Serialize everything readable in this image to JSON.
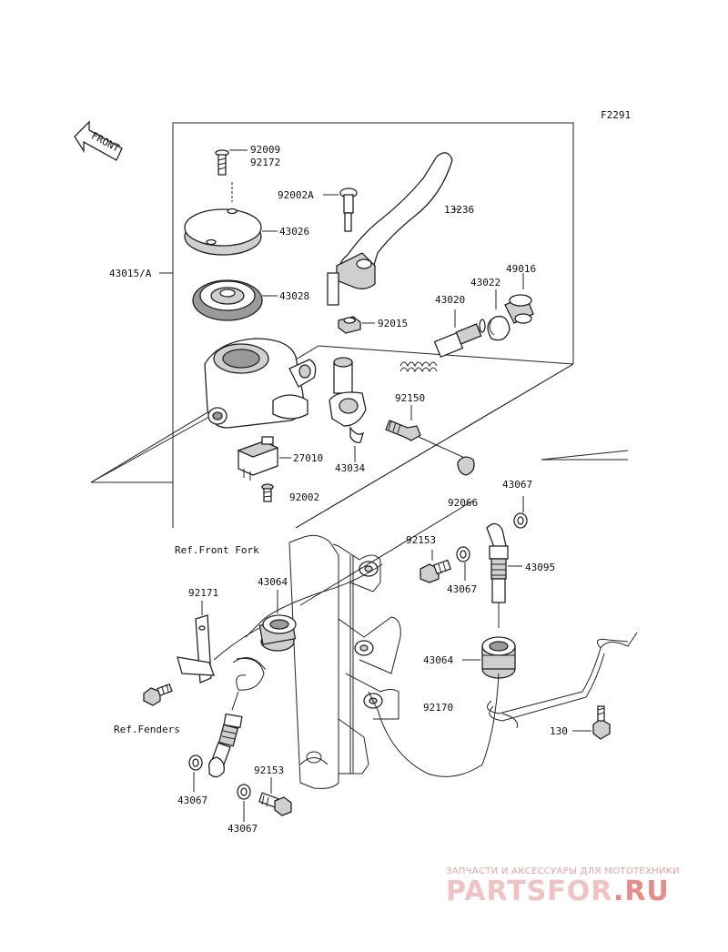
{
  "figure_code": "F2291",
  "front_arrow_label": "FRONT",
  "labels": {
    "p92009": "92009",
    "p92172": "92172",
    "p92002A": "92002A",
    "p13236": "13236",
    "p43026": "43026",
    "p43015A": "43015/A",
    "p43028": "43028",
    "p49016": "49016",
    "p43022": "43022",
    "p43020": "43020",
    "p92015": "92015",
    "p92150": "92150",
    "p27010": "27010",
    "p43034": "43034",
    "p92002": "92002",
    "p43067_a": "43067",
    "p92066": "92066",
    "p92153_a": "92153",
    "p43095": "43095",
    "p43067_b": "43067",
    "p92171": "92171",
    "p43064_a": "43064",
    "p43064_b": "43064",
    "p92170": "92170",
    "p130": "130",
    "p43067_c": "43067",
    "p92153_b": "92153",
    "p43067_d": "43067"
  },
  "refs": {
    "front_fork": "Ref.Front Fork",
    "fenders": "Ref.Fenders"
  },
  "watermark": {
    "tagline": "ЗАПЧАСТИ И АКСЕССУАРЫ ДЛЯ МОТОТЕХНИКИ",
    "logo_main": "PARTSFOR",
    "logo_tld": ".RU"
  }
}
